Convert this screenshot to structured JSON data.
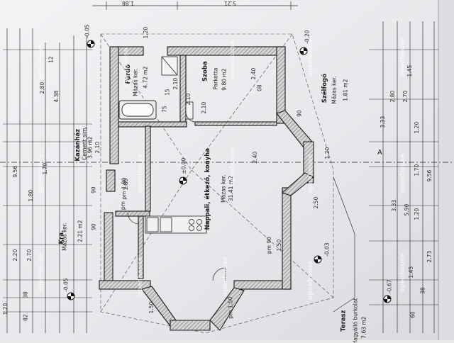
{
  "rooms": {
    "furdo": {
      "name": "Fürdő",
      "finish": "Mázas ker.",
      "area": "4.72 m2"
    },
    "szoba": {
      "name": "Szoba",
      "finish": "Parketta",
      "area": "9.80 m2"
    },
    "szelfogo": {
      "name": "Szélfogó",
      "finish": "Mázas ker.",
      "area": "1.81 m2"
    },
    "kazanhaz": {
      "name": "Kazánház",
      "finish": "Cement sim.",
      "area": "3.96 m2"
    },
    "kamra": {
      "name": "Kra.",
      "finish": "Mázas ker.",
      "area": "2.21 m2"
    },
    "nappali": {
      "name": "Nappali, étkező, konyha",
      "finish": "Mázas ker.",
      "area": "31.41 m2"
    },
    "terasz": {
      "name": "Terasz",
      "finish": "fagyálló burkolat",
      "area": "7.63 m2"
    }
  },
  "levels": {
    "center": "±0.00",
    "top_right": "-0.20",
    "top_left": "-0.05",
    "bottom_left": "-0.05",
    "bottom_mid": "-0.03",
    "bottom_right": "-0.67"
  },
  "dimensions": {
    "top": [
      "1.88",
      "5.21"
    ],
    "left_chain": [
      "1.20",
      "2.80",
      "4.38",
      "9.56",
      "1.70",
      "1.80",
      "2.20",
      "38",
      "82",
      "2.70",
      "12"
    ],
    "right_chain": [
      "1.45",
      "2.80",
      "2.70",
      "3.33",
      "5.90",
      "1.20",
      "9.56",
      "3.33",
      "1.70",
      "1.20",
      "2.73",
      "38",
      "60",
      "1.45"
    ],
    "inner": [
      "1.20",
      "2.10",
      "15",
      "2.10",
      "75",
      "2.10",
      "2.40",
      "08",
      "90",
      "2.10",
      "2.40",
      "90",
      "1.80",
      "pm",
      "90",
      "1.50",
      "1.20",
      "2.50",
      "1.50"
    ],
    "door_labels": [
      "pm 1.80",
      "pm 90",
      "pm 1.50"
    ]
  },
  "section_mark": "A",
  "watermark": "openhouse",
  "colors": {
    "paper": "#e9eaec",
    "ink": "#1c1c1c",
    "wall_fill": "#cfcfcf"
  }
}
